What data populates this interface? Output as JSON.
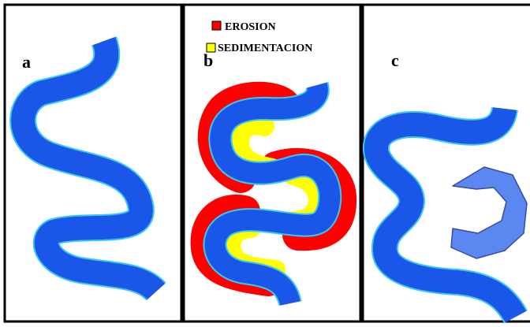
{
  "panels": [
    {
      "label": "a"
    },
    {
      "label": "b"
    },
    {
      "label": "c"
    }
  ],
  "legend": {
    "erosion": {
      "label": "EROSION",
      "color": "#ff0000"
    },
    "sedimentation": {
      "label": "SEDIMENTACION",
      "color": "#ffff00"
    }
  },
  "colors": {
    "river": "#1a56e8",
    "river_edge": "#38c8f0",
    "oxbow_lake": "#5b87f0",
    "frame": "#000000"
  }
}
